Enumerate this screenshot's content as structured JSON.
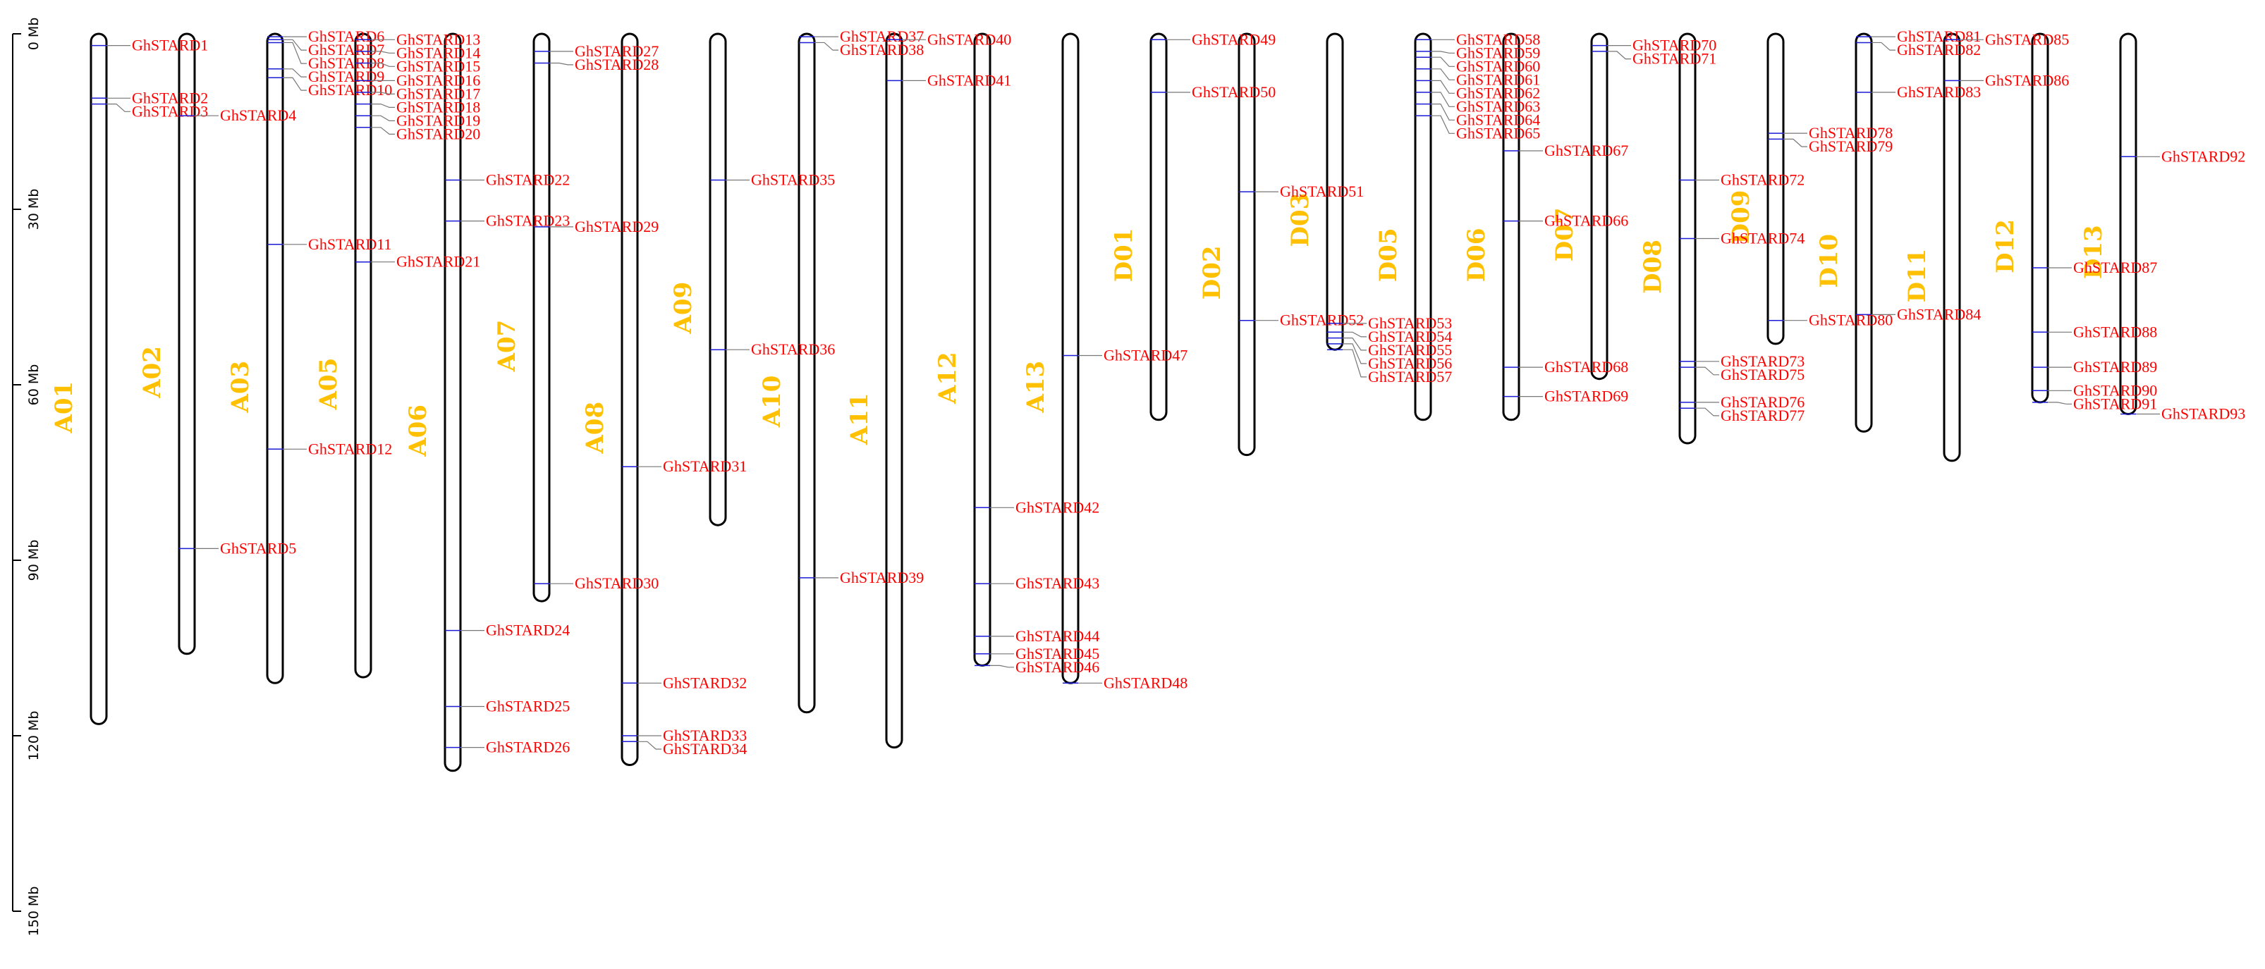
{
  "axis": {
    "unit": "Mb",
    "ticks": [
      {
        "value": 0,
        "label": "0 Mb"
      },
      {
        "value": 30,
        "label": "30 Mb"
      },
      {
        "value": 60,
        "label": "60 Mb"
      },
      {
        "value": 90,
        "label": "90 Mb"
      },
      {
        "value": 120,
        "label": "120 Mb"
      },
      {
        "value": 150,
        "label": "150 Mb"
      }
    ],
    "max": 150
  },
  "colors": {
    "chromosome_label": "#ffc000",
    "gene_label": "#ff0000",
    "gene_mark": "#1c1cd6",
    "chromosome_outline": "#000000"
  },
  "chromosomes": [
    {
      "name": "A01",
      "length": 118
    },
    {
      "name": "A02",
      "length": 106
    },
    {
      "name": "A03",
      "length": 111
    },
    {
      "name": "A05",
      "length": 110
    },
    {
      "name": "A06",
      "length": 126
    },
    {
      "name": "A07",
      "length": 97
    },
    {
      "name": "A08",
      "length": 125
    },
    {
      "name": "A09",
      "length": 84
    },
    {
      "name": "A10",
      "length": 116
    },
    {
      "name": "A11",
      "length": 122
    },
    {
      "name": "A12",
      "length": 108
    },
    {
      "name": "A13",
      "length": 111
    },
    {
      "name": "D01",
      "length": 66
    },
    {
      "name": "D02",
      "length": 72
    },
    {
      "name": "D03",
      "length": 54
    },
    {
      "name": "D05",
      "length": 66
    },
    {
      "name": "D06",
      "length": 66
    },
    {
      "name": "D07",
      "length": 59
    },
    {
      "name": "D08",
      "length": 70
    },
    {
      "name": "D09",
      "length": 53
    },
    {
      "name": "D10",
      "length": 68
    },
    {
      "name": "D11",
      "length": 73
    },
    {
      "name": "D12",
      "length": 63
    },
    {
      "name": "D13",
      "length": 65
    }
  ],
  "genes": [
    {
      "chrom": 0,
      "pos": 2,
      "label": "GhSTARD1"
    },
    {
      "chrom": 0,
      "pos": 11,
      "label": "GhSTARD2"
    },
    {
      "chrom": 0,
      "pos": 12,
      "label": "GhSTARD3"
    },
    {
      "chrom": 1,
      "pos": 14,
      "label": "GhSTARD4"
    },
    {
      "chrom": 1,
      "pos": 88,
      "label": "GhSTARD5"
    },
    {
      "chrom": 2,
      "pos": 0.5,
      "label": "GhSTARD6"
    },
    {
      "chrom": 2,
      "pos": 1,
      "label": "GhSTARD7"
    },
    {
      "chrom": 2,
      "pos": 1.5,
      "label": "GhSTARD8"
    },
    {
      "chrom": 2,
      "pos": 6,
      "label": "GhSTARD9"
    },
    {
      "chrom": 2,
      "pos": 7.5,
      "label": "GhSTARD10"
    },
    {
      "chrom": 2,
      "pos": 36,
      "label": "GhSTARD11"
    },
    {
      "chrom": 2,
      "pos": 71,
      "label": "GhSTARD12"
    },
    {
      "chrom": 3,
      "pos": 1,
      "label": "GhSTARD13"
    },
    {
      "chrom": 3,
      "pos": 3,
      "label": "GhSTARD14"
    },
    {
      "chrom": 3,
      "pos": 5,
      "label": "GhSTARD15"
    },
    {
      "chrom": 3,
      "pos": 8,
      "label": "GhSTARD16"
    },
    {
      "chrom": 3,
      "pos": 10,
      "label": "GhSTARD17"
    },
    {
      "chrom": 3,
      "pos": 12,
      "label": "GhSTARD18"
    },
    {
      "chrom": 3,
      "pos": 14,
      "label": "GhSTARD19"
    },
    {
      "chrom": 3,
      "pos": 16,
      "label": "GhSTARD20"
    },
    {
      "chrom": 3,
      "pos": 39,
      "label": "GhSTARD21"
    },
    {
      "chrom": 4,
      "pos": 25,
      "label": "GhSTARD22"
    },
    {
      "chrom": 4,
      "pos": 32,
      "label": "GhSTARD23"
    },
    {
      "chrom": 4,
      "pos": 102,
      "label": "GhSTARD24"
    },
    {
      "chrom": 4,
      "pos": 115,
      "label": "GhSTARD25"
    },
    {
      "chrom": 4,
      "pos": 122,
      "label": "GhSTARD26"
    },
    {
      "chrom": 5,
      "pos": 3,
      "label": "GhSTARD27"
    },
    {
      "chrom": 5,
      "pos": 5,
      "label": "GhSTARD28"
    },
    {
      "chrom": 5,
      "pos": 33,
      "label": "GhSTARD29"
    },
    {
      "chrom": 5,
      "pos": 94,
      "label": "GhSTARD30"
    },
    {
      "chrom": 6,
      "pos": 74,
      "label": "GhSTARD31"
    },
    {
      "chrom": 6,
      "pos": 111,
      "label": "GhSTARD32"
    },
    {
      "chrom": 6,
      "pos": 120,
      "label": "GhSTARD33"
    },
    {
      "chrom": 6,
      "pos": 121,
      "label": "GhSTARD34"
    },
    {
      "chrom": 7,
      "pos": 25,
      "label": "GhSTARD35"
    },
    {
      "chrom": 7,
      "pos": 54,
      "label": "GhSTARD36"
    },
    {
      "chrom": 8,
      "pos": 0.5,
      "label": "GhSTARD37"
    },
    {
      "chrom": 8,
      "pos": 1.5,
      "label": "GhSTARD38"
    },
    {
      "chrom": 8,
      "pos": 93,
      "label": "GhSTARD39"
    },
    {
      "chrom": 9,
      "pos": 1,
      "label": "GhSTARD40"
    },
    {
      "chrom": 9,
      "pos": 8,
      "label": "GhSTARD41"
    },
    {
      "chrom": 10,
      "pos": 81,
      "label": "GhSTARD42"
    },
    {
      "chrom": 10,
      "pos": 94,
      "label": "GhSTARD43"
    },
    {
      "chrom": 10,
      "pos": 103,
      "label": "GhSTARD44"
    },
    {
      "chrom": 10,
      "pos": 106,
      "label": "GhSTARD45"
    },
    {
      "chrom": 10,
      "pos": 108,
      "label": "GhSTARD46"
    },
    {
      "chrom": 11,
      "pos": 55,
      "label": "GhSTARD47"
    },
    {
      "chrom": 11,
      "pos": 111,
      "label": "GhSTARD48"
    },
    {
      "chrom": 12,
      "pos": 1,
      "label": "GhSTARD49"
    },
    {
      "chrom": 12,
      "pos": 10,
      "label": "GhSTARD50"
    },
    {
      "chrom": 13,
      "pos": 27,
      "label": "GhSTARD51"
    },
    {
      "chrom": 13,
      "pos": 49,
      "label": "GhSTARD52"
    },
    {
      "chrom": 14,
      "pos": 49.5,
      "label": "GhSTARD53"
    },
    {
      "chrom": 14,
      "pos": 51,
      "label": "GhSTARD54"
    },
    {
      "chrom": 14,
      "pos": 52,
      "label": "GhSTARD55"
    },
    {
      "chrom": 14,
      "pos": 53,
      "label": "GhSTARD56"
    },
    {
      "chrom": 14,
      "pos": 54,
      "label": "GhSTARD57"
    },
    {
      "chrom": 15,
      "pos": 1,
      "label": "GhSTARD58"
    },
    {
      "chrom": 15,
      "pos": 3,
      "label": "GhSTARD59"
    },
    {
      "chrom": 15,
      "pos": 4,
      "label": "GhSTARD60"
    },
    {
      "chrom": 15,
      "pos": 6,
      "label": "GhSTARD61"
    },
    {
      "chrom": 15,
      "pos": 8,
      "label": "GhSTARD62"
    },
    {
      "chrom": 15,
      "pos": 10,
      "label": "GhSTARD63"
    },
    {
      "chrom": 15,
      "pos": 12,
      "label": "GhSTARD64"
    },
    {
      "chrom": 15,
      "pos": 14,
      "label": "GhSTARD65"
    },
    {
      "chrom": 16,
      "pos": 32,
      "label": "GhSTARD66"
    },
    {
      "chrom": 16,
      "pos": 20,
      "label": "GhSTARD67"
    },
    {
      "chrom": 16,
      "pos": 57,
      "label": "GhSTARD68"
    },
    {
      "chrom": 16,
      "pos": 62,
      "label": "GhSTARD69"
    },
    {
      "chrom": 17,
      "pos": 2,
      "label": "GhSTARD70"
    },
    {
      "chrom": 17,
      "pos": 3,
      "label": "GhSTARD71"
    },
    {
      "chrom": 18,
      "pos": 25,
      "label": "GhSTARD72"
    },
    {
      "chrom": 18,
      "pos": 56,
      "label": "GhSTARD73"
    },
    {
      "chrom": 18,
      "pos": 35,
      "label": "GhSTARD74"
    },
    {
      "chrom": 18,
      "pos": 57,
      "label": "GhSTARD75"
    },
    {
      "chrom": 18,
      "pos": 63,
      "label": "GhSTARD76"
    },
    {
      "chrom": 18,
      "pos": 64,
      "label": "GhSTARD77"
    },
    {
      "chrom": 19,
      "pos": 17,
      "label": "GhSTARD78"
    },
    {
      "chrom": 19,
      "pos": 18,
      "label": "GhSTARD79"
    },
    {
      "chrom": 19,
      "pos": 49,
      "label": "GhSTARD80"
    },
    {
      "chrom": 20,
      "pos": 0.5,
      "label": "GhSTARD81"
    },
    {
      "chrom": 20,
      "pos": 1.5,
      "label": "GhSTARD82"
    },
    {
      "chrom": 20,
      "pos": 10,
      "label": "GhSTARD83"
    },
    {
      "chrom": 20,
      "pos": 48,
      "label": "GhSTARD84"
    },
    {
      "chrom": 21,
      "pos": 1,
      "label": "GhSTARD85"
    },
    {
      "chrom": 21,
      "pos": 8,
      "label": "GhSTARD86"
    },
    {
      "chrom": 22,
      "pos": 40,
      "label": "GhSTARD87"
    },
    {
      "chrom": 22,
      "pos": 51,
      "label": "GhSTARD88"
    },
    {
      "chrom": 22,
      "pos": 57,
      "label": "GhSTARD89"
    },
    {
      "chrom": 22,
      "pos": 61,
      "label": "GhSTARD90"
    },
    {
      "chrom": 22,
      "pos": 63,
      "label": "GhSTARD91"
    },
    {
      "chrom": 23,
      "pos": 21,
      "label": "GhSTARD92"
    },
    {
      "chrom": 23,
      "pos": 65,
      "label": "GhSTARD93"
    }
  ]
}
